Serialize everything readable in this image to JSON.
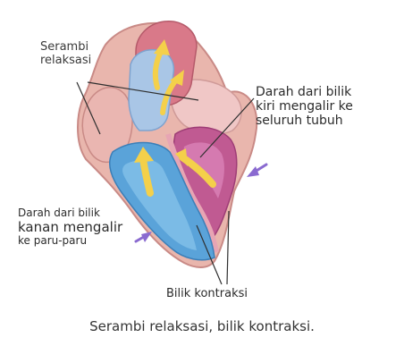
{
  "labels": {
    "atria_relax": [
      "Serambi",
      "relaksasi"
    ],
    "left_ventricle": [
      "Darah dari bilik",
      "kiri mengalir ke",
      "seluruh tubuh"
    ],
    "right_ventricle": [
      "Darah dari bilik",
      "kanan mengalir",
      "ke paru-paru"
    ],
    "ventricles_contract": "Bilik kontraksi"
  },
  "caption": "Serambi relaksasi, bilik kontraksi.",
  "colors": {
    "heart_outer": "#e9b6ad",
    "heart_outline": "#c98a86",
    "right_side_blood": "#5aa3d9",
    "left_side_blood": "#c05a92",
    "flow_arrows": "#f4d04a",
    "pointer_arrows": "#8a6ad0"
  }
}
